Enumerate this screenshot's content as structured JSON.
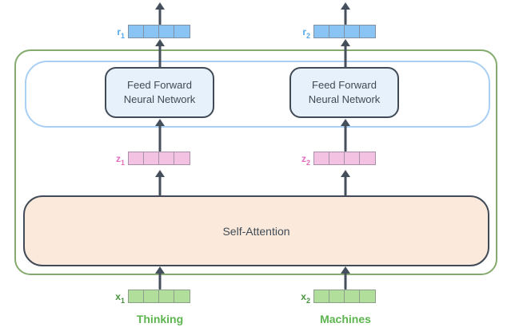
{
  "boxes": {
    "feed_forward": {
      "line1": "Feed Forward",
      "line2": "Neural Network"
    },
    "self_attention": {
      "label": "Self-Attention"
    }
  },
  "vector_labels": {
    "r1": {
      "base": "r",
      "sub": "1"
    },
    "r2": {
      "base": "r",
      "sub": "2"
    },
    "z1": {
      "base": "z",
      "sub": "1"
    },
    "z2": {
      "base": "z",
      "sub": "2"
    },
    "x1": {
      "base": "x",
      "sub": "1"
    },
    "x2": {
      "base": "x",
      "sub": "2"
    }
  },
  "words": {
    "token1": "Thinking",
    "token2": "Machines"
  },
  "vectors": {
    "cells_per_vector": 4
  },
  "colors": {
    "arrow": "#454F5B",
    "encoder_border": "#84AA6D",
    "ffn_layer_border": "#A9CFF4",
    "inner_box_border": "#414B57",
    "feed_forward_fill": "#E7F1FB",
    "self_attention_fill": "#FBEADB",
    "r_vector_fill": "#89C4F4",
    "r_label": "#55A9EB",
    "z_vector_fill": "#F3C1E1",
    "z_label": "#E26FBF",
    "x_vector_fill": "#B2DE9B",
    "x_label": "#44933B",
    "token_word": "#5CB54E",
    "box_text": "#3F4A56"
  }
}
